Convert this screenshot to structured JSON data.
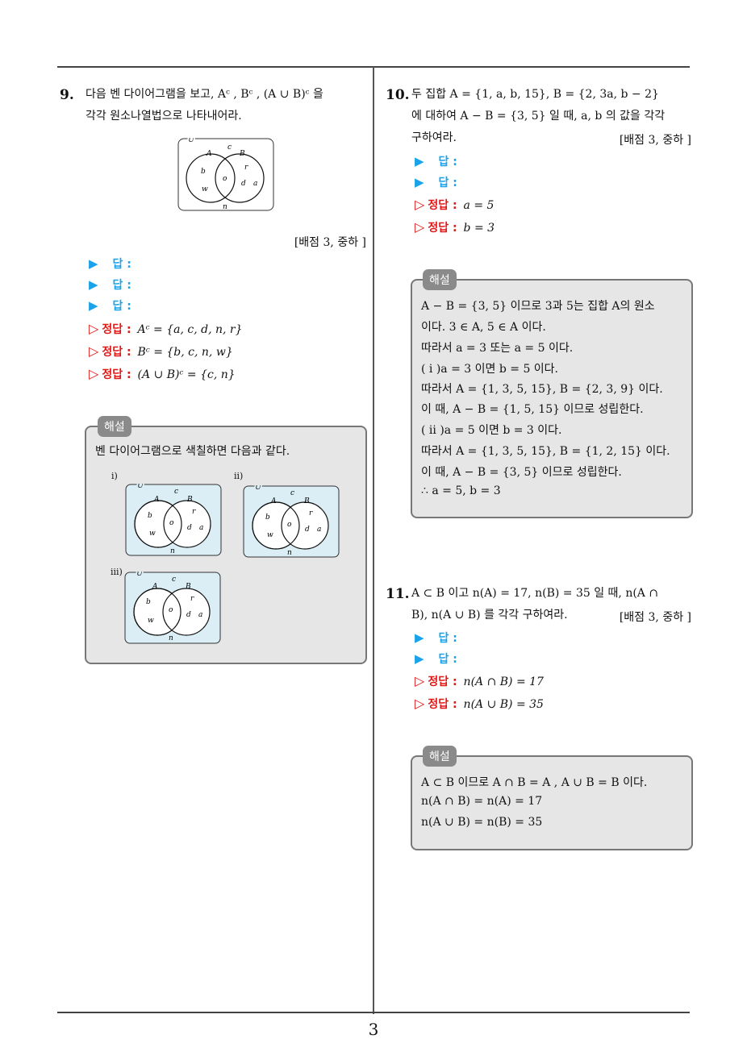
{
  "page_number": "3",
  "q9": {
    "number": "9.",
    "text_line1": "다음 벤 다이어그램을 보고, Aᶜ , Bᶜ , (A ∪ B)ᶜ 을",
    "text_line2": "각각 원소나열법으로 나타내어라.",
    "meta": "[배점 3,  중하 ]",
    "answer_label": "답 :",
    "solution_label": "정답 :",
    "solutions": [
      "Aᶜ =  {a, c, d, n, r}",
      "Bᶜ =  {b, c, n, w}",
      "(A ∪ B)ᶜ =  {c, n}"
    ],
    "venn": {
      "U": "U",
      "A": "A",
      "B": "B",
      "c": "c",
      "b": "b",
      "w": "w",
      "o": "o",
      "r": "r",
      "d": "d",
      "a": "a",
      "n": "n"
    },
    "haeseol_tag": "해설",
    "haeseol_text": "벤 다이어그램으로 색칠하면 다음과 같다.",
    "sub_labels": [
      "i)",
      "ii)",
      "iii)"
    ]
  },
  "q10": {
    "number": "10.",
    "text_line1": "두 집합 A = {1,  a,  b,  15},  B = {2,  3a,  b − 2}",
    "text_line2": "에 대하여 A − B = {3,  5} 일 때, a,  b 의 값을 각각",
    "text_line3": "구하여라.",
    "meta": "[배점 3,  중하 ]",
    "answer_label": "답 :",
    "solution_label": "정답 :",
    "solutions": [
      "a = 5",
      "b = 3"
    ],
    "haeseol_tag": "해설",
    "haeseol_lines": [
      "A − B = {3,  5} 이므로 3과 5는 집합 A의 원소",
      "이다. 3 ∈ A,  5 ∈ A 이다.",
      "따라서 a = 3 또는 a = 5 이다.",
      "( i )a = 3 이면 b = 5 이다.",
      "따라서 A = {1, 3, 5, 15},  B = {2, 3, 9} 이다.",
      "이 때,  A − B = {1, 5, 15} 이므로 성립한다.",
      "( ii )a = 5 이면 b = 3 이다.",
      "따라서 A = {1, 3, 5, 15},  B = {1, 2, 15} 이다.",
      "이 때,  A − B = {3,  5} 이므로 성립한다.",
      "∴  a = 5,  b = 3"
    ]
  },
  "q11": {
    "number": "11.",
    "text_line1": "A ⊂ B 이고 n(A) = 17,  n(B) = 35 일 때,  n(A ∩",
    "text_line2": "B),  n(A ∪ B) 를 각각 구하여라.",
    "meta": "[배점 3,  중하 ]",
    "answer_label": "답 :",
    "solution_label": "정답 :",
    "solutions": [
      "n(A ∩ B) =  17",
      "n(A ∪ B) =  35"
    ],
    "haeseol_tag": "해설",
    "haeseol_lines": [
      "A ⊂ B 이므로 A ∩ B = A ,  A ∪ B = B 이다.",
      "n(A ∩ B) = n(A) = 17",
      "n(A ∪ B) = n(B) = 35"
    ]
  },
  "colors": {
    "answer": "#1aa3ea",
    "solution": "#e01818",
    "venn_fill": "#dbeef5",
    "box_bg": "#e6e6e6"
  }
}
